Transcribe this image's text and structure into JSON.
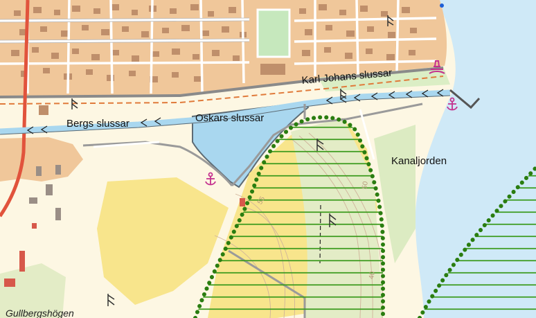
{
  "map": {
    "labels": {
      "karl_johans_slussar": "Karl Johans slussar",
      "bergs_slussar": "Bergs slussar",
      "oskars_slussar": "Oskars slussar",
      "kanaljorden": "Kanaljorden",
      "gullbergshogen": "Gullbergshögen"
    },
    "contour_numbers": [
      "55",
      "50",
      "40"
    ],
    "icons": [
      "marina-anchor-icon",
      "harbour-anchor-icon",
      "lighthouse-icon",
      "viewpoint-icon"
    ],
    "colors": {
      "lake": "#cfe9f7",
      "urban": "#f0c79a",
      "building": "#bf8f6b",
      "land": "#fdf7e3",
      "field": "#f8e58c",
      "forest": "#e8efd2",
      "canal": "#a9d7ef",
      "protected_area": "#2a7d10",
      "anchor": "#c4308e",
      "road": "#9a9a9a"
    }
  }
}
